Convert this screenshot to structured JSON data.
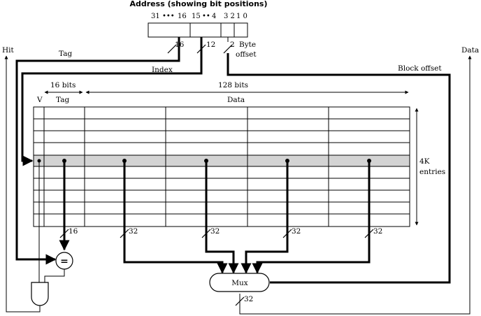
{
  "address": {
    "title": "Address (showing bit positions)",
    "bit_positions": {
      "b31": "31",
      "b16": "16",
      "b15": "15",
      "b4": "4",
      "b32": "3 2",
      "b10": "1 0"
    },
    "tag_width": "16",
    "index_width": "12",
    "byte_offset_width": "2",
    "byte_offset_label_line1": "Byte",
    "byte_offset_label_line2": "offset"
  },
  "labels": {
    "hit": "Hit",
    "tag": "Tag",
    "index": "Index",
    "block_offset": "Block offset",
    "data_out": "Data"
  },
  "cache": {
    "tag_bits": "16 bits",
    "data_bits": "128 bits",
    "col_v": "V",
    "col_tag": "Tag",
    "col_data": "Data",
    "entries_line1": "4K",
    "entries_line2": "entries",
    "tag_bus_width": "16",
    "word_bus_widths": [
      "32",
      "32",
      "32",
      "32"
    ]
  },
  "comparator": {
    "symbol": "="
  },
  "mux": {
    "label": "Mux",
    "out_width": "32"
  }
}
